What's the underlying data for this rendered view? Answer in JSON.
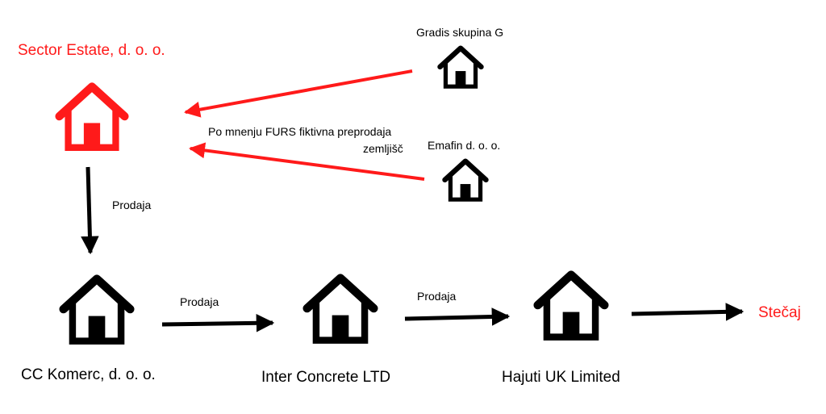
{
  "entities": {
    "sector_estate": "Sector Estate, d. o. o.",
    "gradis": "Gradis skupina G",
    "emafin": "Emafin d. o. o.",
    "cc_komerc": "CC Komerc, d. o. o.",
    "inter_concrete": "Inter Concrete LTD",
    "hajuti": "Hajuti UK Limited",
    "stecaj": "Stečaj"
  },
  "edges": {
    "sale_down": "Prodaja",
    "sale_cc_to_inter": "Prodaja",
    "sale_inter_to_hajuti": "Prodaja",
    "furs_note_line1": "Po mnenju FURS fiktivna preprodaja",
    "furs_note_line2": "zemljišč"
  },
  "colors": {
    "highlight": "#ff1a1a",
    "default": "#000000"
  }
}
